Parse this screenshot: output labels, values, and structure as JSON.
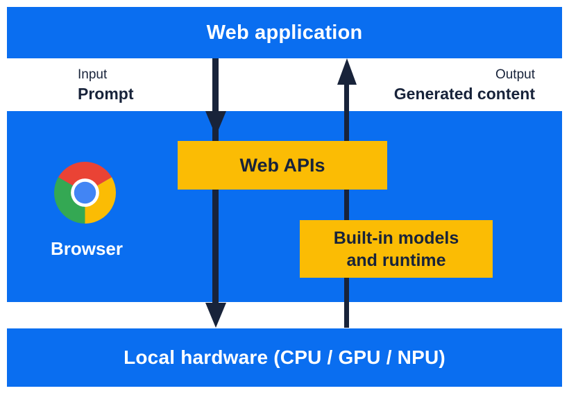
{
  "diagram": {
    "top_bar": {
      "label": "Web application"
    },
    "io": {
      "input_title": "Input",
      "input_value": "Prompt",
      "output_title": "Output",
      "output_value": "Generated content"
    },
    "browser": {
      "label": "Browser",
      "web_apis_label": "Web APIs",
      "builtin_models_lines": [
        "Built-in models",
        "and runtime"
      ]
    },
    "bottom_bar": {
      "label": "Local hardware (CPU / GPU / NPU)"
    },
    "arrows": [
      {
        "name": "input-flow-arrow",
        "direction": "down"
      },
      {
        "name": "output-flow-arrow",
        "direction": "up"
      }
    ],
    "icons": {
      "chrome": "chrome-browser-icon"
    },
    "colors": {
      "bar_blue": "#0A6EF0",
      "box_yellow": "#FBBC04",
      "arrow_navy": "#18233A",
      "text_on_blue": "#FFFFFF",
      "chrome_red": "#EA4335",
      "chrome_yellow": "#FBBC04",
      "chrome_green": "#34A853",
      "chrome_blue": "#4285F4",
      "chrome_ring": "#FFFFFF"
    }
  }
}
